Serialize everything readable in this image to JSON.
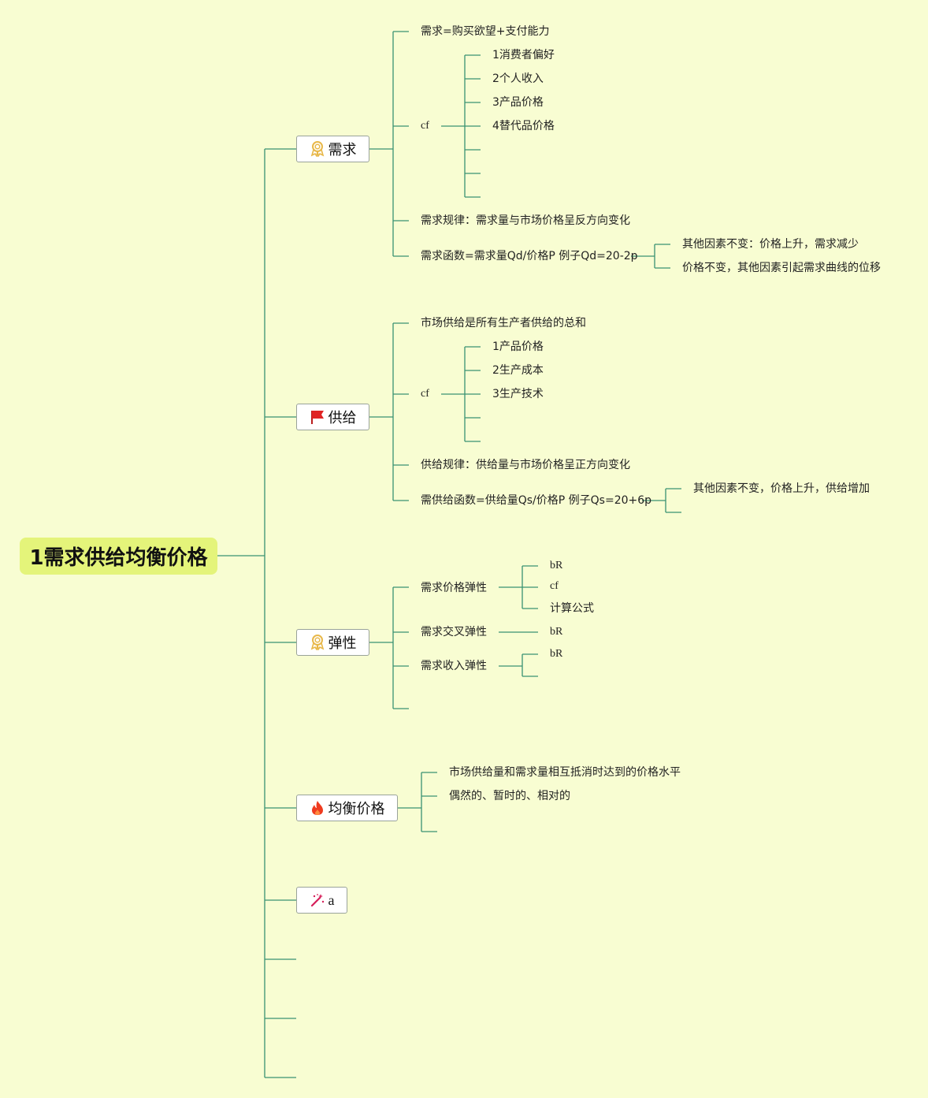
{
  "root": {
    "label": "1需求供给均衡价格"
  },
  "topics": {
    "demand": {
      "label": "需求",
      "icon": "ribbon-award-icon",
      "definition": "需求=购买欲望+支付能力",
      "cf": "cf",
      "cf_items": [
        "1消费者偏好",
        "2个人收入",
        "3产品价格",
        "4替代品价格"
      ],
      "law": "需求规律：需求量与市场价格呈反方向变化",
      "function": "需求函数=需求量Qd/价格P 例子Qd=20-2p",
      "function_notes": [
        "其他因素不变：价格上升，需求减少",
        "价格不变，其他因素引起需求曲线的位移"
      ]
    },
    "supply": {
      "label": "供给",
      "icon": "red-flag-icon",
      "definition": "市场供给是所有生产者供给的总和",
      "cf": "cf",
      "cf_items": [
        "1产品价格",
        "2生产成本",
        "3生产技术"
      ],
      "law": "供给规律：供给量与市场价格呈正方向变化",
      "function": "需供给函数=供给量Qs/价格P 例子Qs=20+6p",
      "function_notes": [
        "其他因素不变，价格上升，供给增加"
      ]
    },
    "elasticity": {
      "label": "弹性",
      "icon": "ribbon-award-icon",
      "price": {
        "label": "需求价格弹性",
        "items": [
          "bR",
          "cf",
          "计算公式"
        ]
      },
      "cross": {
        "label": "需求交叉弹性",
        "items": [
          "bR"
        ]
      },
      "income": {
        "label": "需求收入弹性",
        "items": [
          "bR"
        ]
      }
    },
    "equilibrium": {
      "label": "均衡价格",
      "icon": "fire-icon",
      "items": [
        "市场供给量和需求量相互抵消时达到的价格水平",
        "偶然的、暂时的、相对的"
      ]
    },
    "a": {
      "label": "a",
      "icon": "magic-wand-icon"
    }
  },
  "colors": {
    "background": "#f8fdd2",
    "root_fill": "#e4f47a",
    "connector": "#2f8a6e",
    "connector_light": "#5aa888"
  }
}
